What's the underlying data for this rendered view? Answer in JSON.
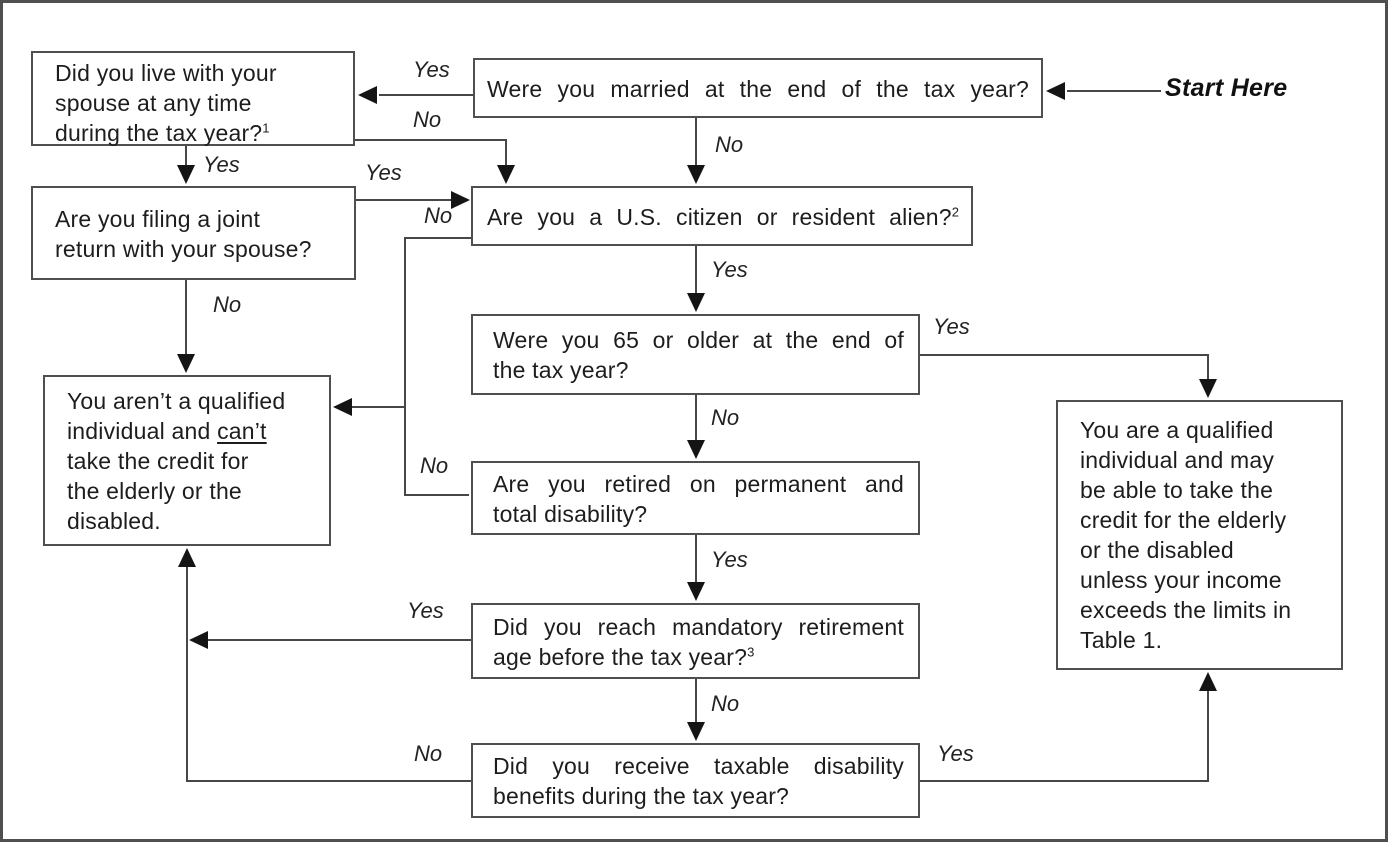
{
  "start": {
    "label": "Start Here"
  },
  "labels": {
    "yes": "Yes",
    "no": "No"
  },
  "boxes": {
    "live_with_spouse": {
      "lines": [
        "Did you live with your",
        "spouse at any time",
        "during the tax year?"
      ],
      "footnote": "1"
    },
    "married": {
      "text": "Were you married at the end of the tax year?"
    },
    "joint_return": {
      "lines": [
        "Are you filing a joint",
        "return with your spouse?"
      ]
    },
    "citizen": {
      "text": "Are you a U.S. citizen or resident alien?",
      "footnote": "2"
    },
    "age_65": {
      "lines": [
        "Were you 65 or older at the end of",
        "the tax year?"
      ]
    },
    "not_qualified": {
      "line1": "You aren’t a qualified",
      "line2_pre": "individual and ",
      "line2_underlined": "can’t",
      "line3": "take the credit for",
      "line4": "the elderly or the",
      "line5": "disabled."
    },
    "disability": {
      "lines": [
        "Are you retired on permanent and",
        "total disability?"
      ]
    },
    "qualified": {
      "lines": [
        "You are a qualified",
        "individual and may",
        "be able to take the",
        "credit for the elderly",
        "or the disabled",
        "unless your income",
        "exceeds the limits in",
        "Table 1."
      ]
    },
    "mandatory_age": {
      "lines": [
        "Did you reach mandatory retirement",
        "age before the tax year?"
      ],
      "footnote": "3"
    },
    "taxable_benefits": {
      "lines": [
        "Did you receive taxable disability",
        "benefits during the tax year?"
      ]
    }
  },
  "colors": {
    "line": "#474747",
    "arrow": "#141414",
    "border": "#4f4f4f",
    "text": "#1d1d1d",
    "background": "#ffffff"
  }
}
